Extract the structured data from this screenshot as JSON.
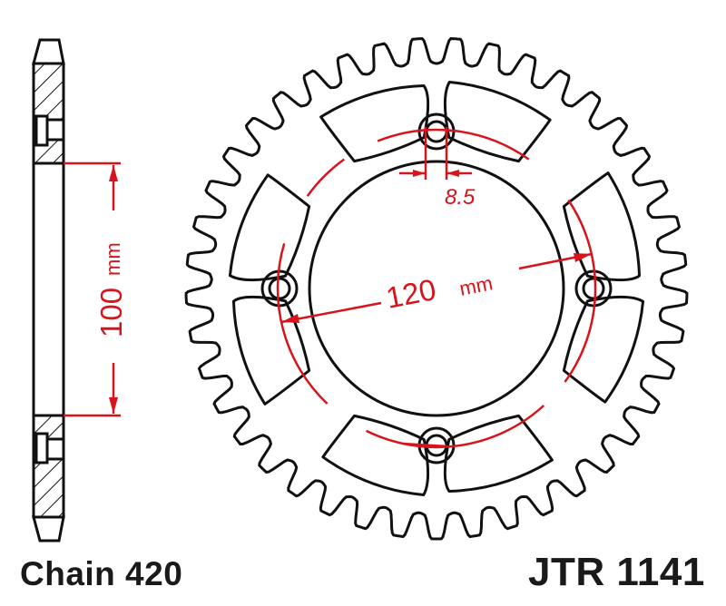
{
  "labels": {
    "chain": "Chain 420",
    "part_number": "JTR 1141"
  },
  "dimensions": {
    "bolt_hole_diameter": "8.5",
    "pcd_value": "120",
    "pcd_unit": "mm",
    "center_bore_value": "100",
    "center_bore_unit": "mm"
  },
  "colors": {
    "outline": "#111111",
    "dimension": "#d7141c",
    "background": "#ffffff"
  },
  "sprocket": {
    "teeth": 41,
    "bolt_holes": 4,
    "lightening_holes": 8
  }
}
